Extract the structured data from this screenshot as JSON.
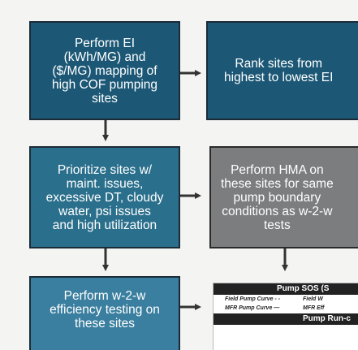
{
  "boxes": {
    "perform_ei": "Perform EI\n(kWh/MG) and\n($/MG) mapping of\nhigh COF pumping\nsites",
    "rank_sites": "Rank sites from\nhighest to lowest EI",
    "prioritize": "Prioritize sites w/\nmaint. issues,\nexcessive DT, cloudy\nwater, psi issues\nand high utilization",
    "perform_hma": "Perform HMA on\nthese sites for same\npump boundary\nconditions as w-2-w\ntests",
    "w2w_testing": "Perform w-2-w\nefficiency testing on\nthese sites"
  },
  "thumbnail": {
    "header": "Pump SOS (S",
    "legend_left_1": "Field Pump Curve - -",
    "legend_right_1": "Field W",
    "legend_left_2": "MFR Pump Curve —",
    "legend_right_2": "MFR Eff",
    "band": "Pump Run-c"
  },
  "colors": {
    "box_dark": "#1c5876",
    "box_mid": "#2a6f8c",
    "box_light": "#3a7f9f",
    "box_grey": "#7b7d7e",
    "arrow": "#333333"
  }
}
